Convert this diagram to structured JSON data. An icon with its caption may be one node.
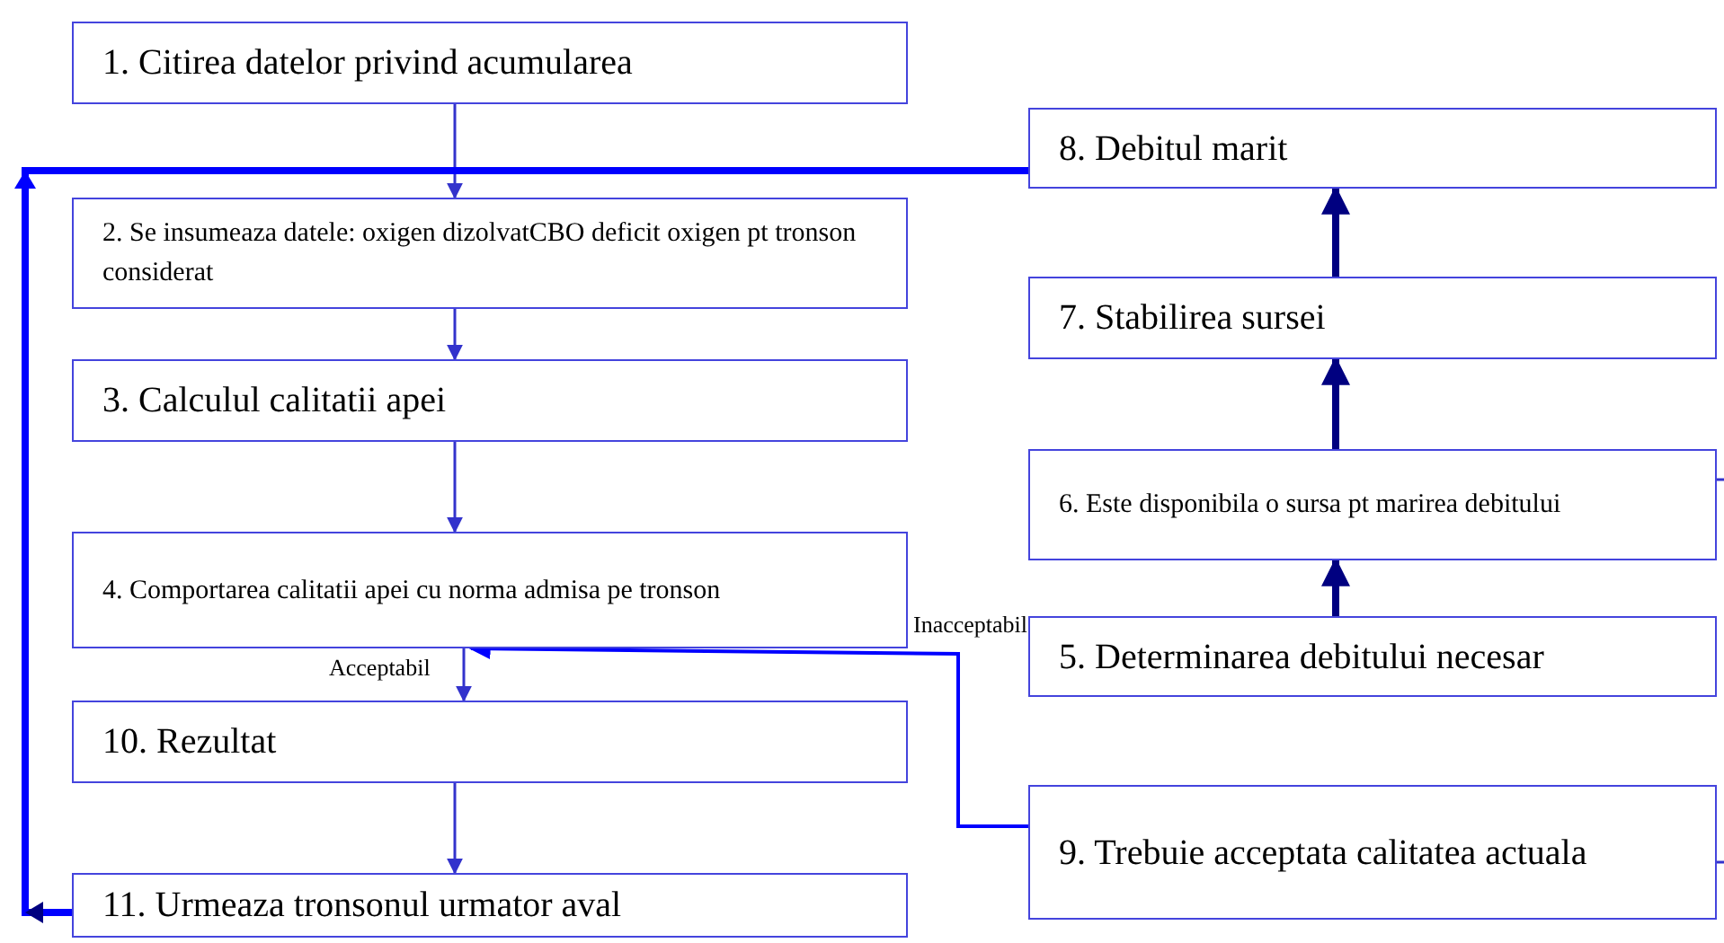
{
  "diagram": {
    "nodes": [
      {
        "text": [
          "1. Citirea datelor privind acumularea"
        ]
      },
      {
        "text": [
          "2. Se insumeaza datele: oxigen dizolvatCBO deficit oxigen pt tronson considerat"
        ]
      },
      {
        "text": [
          "3. Calculul calitatii apei"
        ]
      },
      {
        "text": [
          "4. Comportarea calitatii apei cu norma admisa pe tronson"
        ]
      },
      {
        "text": [
          "5. Determinarea debitului necesar"
        ]
      },
      {
        "text": [
          "6. Este disponibila o sursa pt marirea debitului"
        ]
      },
      {
        "text": [
          "7. Stabilirea sursei"
        ]
      },
      {
        "text": [
          "8. Debitul marit"
        ]
      },
      {
        "text": [
          "9. Trebuie acceptata calitatea actuala"
        ]
      },
      {
        "text": [
          "10. Rezultat"
        ]
      },
      {
        "text": [
          "11. Urmeaza tronsonul urmator aval"
        ]
      }
    ],
    "edges": [
      {
        "from": 0,
        "to": 1,
        "arrow": "to"
      },
      {
        "from": 1,
        "to": 2,
        "arrow": "to"
      },
      {
        "from": 2,
        "to": 3,
        "arrow": "to"
      },
      {
        "from": 3,
        "to": 9,
        "arrow": "to",
        "label": "Acceptabil"
      },
      {
        "from": 9,
        "to": 10,
        "arrow": "to"
      },
      {
        "from": 4,
        "to": 5,
        "arrow": "to",
        "style": "thick",
        "color": "#000080"
      },
      {
        "from": 5,
        "to": 6,
        "arrow": "to",
        "style": "thick",
        "color": "#000080"
      },
      {
        "from": 6,
        "to": 7,
        "arrow": "to",
        "style": "thick",
        "color": "#000080"
      },
      {
        "from": 8,
        "to": 3,
        "arrow": "to",
        "label": "Inacceptabil",
        "color": "#0000ff"
      },
      {
        "from": 10,
        "to": 7,
        "arrow": "to",
        "style": "thick",
        "color": "#0000ff"
      },
      {
        "from": 5,
        "to": null,
        "arrow": "none"
      },
      {
        "from": 8,
        "to": null,
        "arrow": "none"
      }
    ]
  }
}
